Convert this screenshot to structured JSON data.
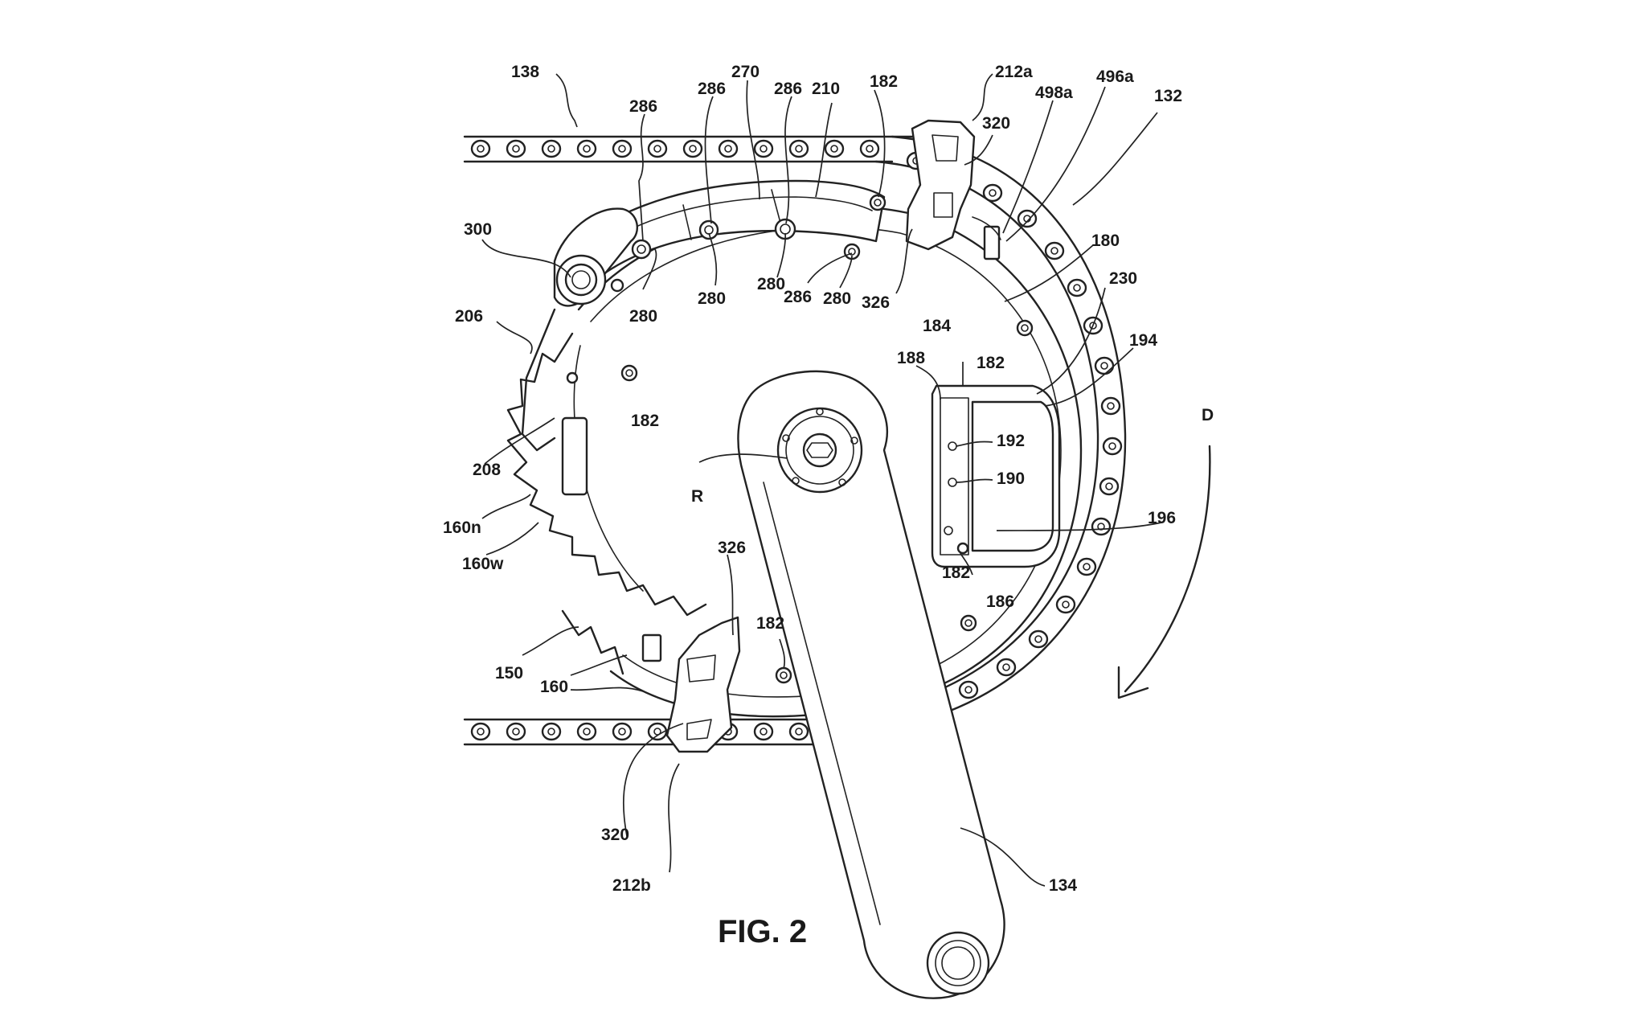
{
  "figure": {
    "caption": "FIG. 2"
  },
  "labels": [
    {
      "id": "138",
      "text": "138"
    },
    {
      "id": "286-a",
      "text": "286"
    },
    {
      "id": "286-b",
      "text": "286"
    },
    {
      "id": "270",
      "text": "270"
    },
    {
      "id": "286-c",
      "text": "286"
    },
    {
      "id": "210",
      "text": "210"
    },
    {
      "id": "182-top",
      "text": "182"
    },
    {
      "id": "212a",
      "text": "212a"
    },
    {
      "id": "320-top",
      "text": "320"
    },
    {
      "id": "498a",
      "text": "498a"
    },
    {
      "id": "496a",
      "text": "496a"
    },
    {
      "id": "132",
      "text": "132"
    },
    {
      "id": "300",
      "text": "300"
    },
    {
      "id": "180",
      "text": "180"
    },
    {
      "id": "230",
      "text": "230"
    },
    {
      "id": "194",
      "text": "194"
    },
    {
      "id": "206",
      "text": "206"
    },
    {
      "id": "280-a",
      "text": "280"
    },
    {
      "id": "280-b",
      "text": "280"
    },
    {
      "id": "280-c",
      "text": "280"
    },
    {
      "id": "280-d",
      "text": "280"
    },
    {
      "id": "286-d",
      "text": "286"
    },
    {
      "id": "326-top",
      "text": "326"
    },
    {
      "id": "184",
      "text": "184"
    },
    {
      "id": "182-right",
      "text": "182"
    },
    {
      "id": "188",
      "text": "188"
    },
    {
      "id": "182-left",
      "text": "182"
    },
    {
      "id": "192",
      "text": "192"
    },
    {
      "id": "190",
      "text": "190"
    },
    {
      "id": "D",
      "text": "D"
    },
    {
      "id": "208",
      "text": "208"
    },
    {
      "id": "R",
      "text": "R"
    },
    {
      "id": "160n",
      "text": "160n"
    },
    {
      "id": "160w",
      "text": "160w"
    },
    {
      "id": "196",
      "text": "196"
    },
    {
      "id": "326-bottom",
      "text": "326"
    },
    {
      "id": "182-lowright",
      "text": "182"
    },
    {
      "id": "186",
      "text": "186"
    },
    {
      "id": "182-bottom",
      "text": "182"
    },
    {
      "id": "150",
      "text": "150"
    },
    {
      "id": "160",
      "text": "160"
    },
    {
      "id": "320-bottom",
      "text": "320"
    },
    {
      "id": "212b",
      "text": "212b"
    },
    {
      "id": "134",
      "text": "134"
    }
  ]
}
